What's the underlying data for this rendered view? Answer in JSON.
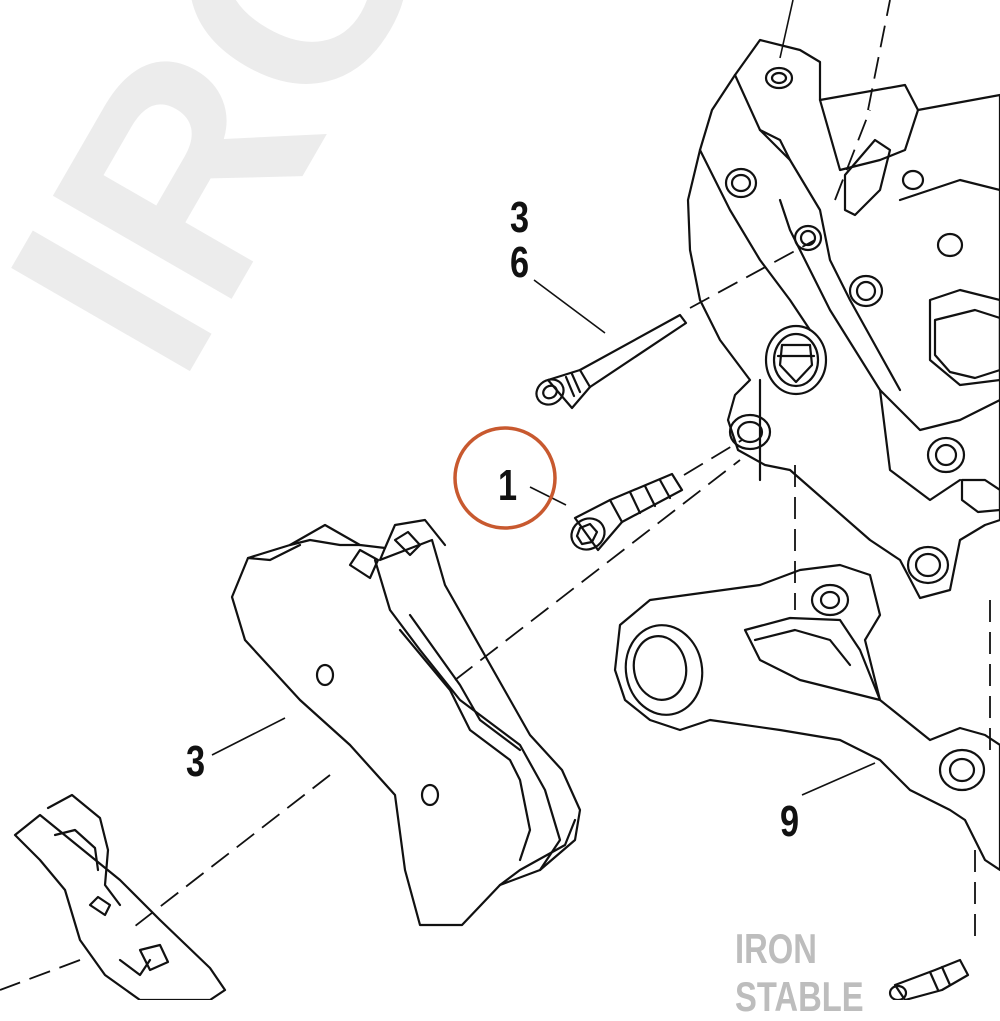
{
  "watermark": {
    "large": "IRON STA",
    "brand": "IRON STABLE"
  },
  "callouts": {
    "bolt_upper_a": "3",
    "bolt_upper_b": "6",
    "bolt_lower": "1",
    "pad": "3",
    "bracket": "9"
  },
  "colors": {
    "highlight_ring": "#c8592f",
    "line": "#111111",
    "watermark": "#bdbdbd"
  }
}
